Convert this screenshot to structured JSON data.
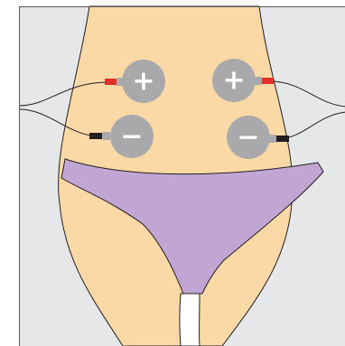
{
  "colors": {
    "background": "#e6e7e8",
    "skin": "#fbd9a7",
    "underwear": "#c1a5d2",
    "electrode": "#a9a9ab",
    "electrode_symbol": "#ffffff",
    "positive_lead_tip": "#e23228",
    "negative_lead_tip": "#231f20",
    "wire": "#231f20",
    "frame_border": "#58595b"
  },
  "electrodes": [
    {
      "polarity": "positive",
      "symbol": "+",
      "side": "left"
    },
    {
      "polarity": "positive",
      "symbol": "+",
      "side": "right"
    },
    {
      "polarity": "negative",
      "symbol": "−",
      "side": "left"
    },
    {
      "polarity": "negative",
      "symbol": "−",
      "side": "right"
    }
  ]
}
